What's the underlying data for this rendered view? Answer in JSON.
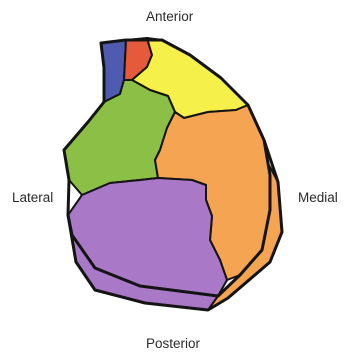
{
  "labels": {
    "anterior": "Anterior",
    "lateral": "Lateral",
    "medial": "Medial",
    "posterior": "Posterior"
  },
  "regions": [
    {
      "id": "blue",
      "color": "#4f5bb0"
    },
    {
      "id": "red",
      "color": "#e55a3a"
    },
    {
      "id": "yellow",
      "color": "#f6f04a"
    },
    {
      "id": "green",
      "color": "#8bbf45"
    },
    {
      "id": "orange",
      "color": "#f5a552"
    },
    {
      "id": "purple",
      "color": "#a979c8"
    }
  ],
  "outline_color": "#141414"
}
